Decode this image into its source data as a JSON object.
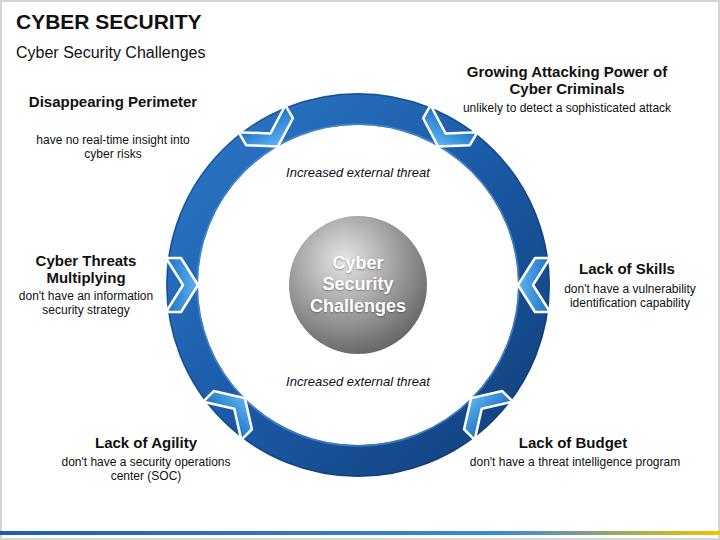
{
  "diagram": {
    "title": "CYBER SECURITY",
    "nodes": [
      {
        "text": [
          "Cyber Security Challenges"
        ]
      }
    ],
    "labels": [
      "Cyber Security Challenges",
      "Disappearing Perimeter",
      "have no real-time insight into cyber risks",
      "Growing Attacking Power of Cyber Criminals",
      "unlikely to detect a sophisticated attack",
      "Cyber Threats Multiplying",
      "don't have an information security strategy",
      "Lack of Skills",
      "don't have a vulnerability identification capability",
      "Lack of Agility",
      "don't have a security operations center (SOC)",
      "Lack of Budget",
      "don't have a threat intelligence program",
      "Increased external threat",
      "Increased external threat"
    ]
  }
}
